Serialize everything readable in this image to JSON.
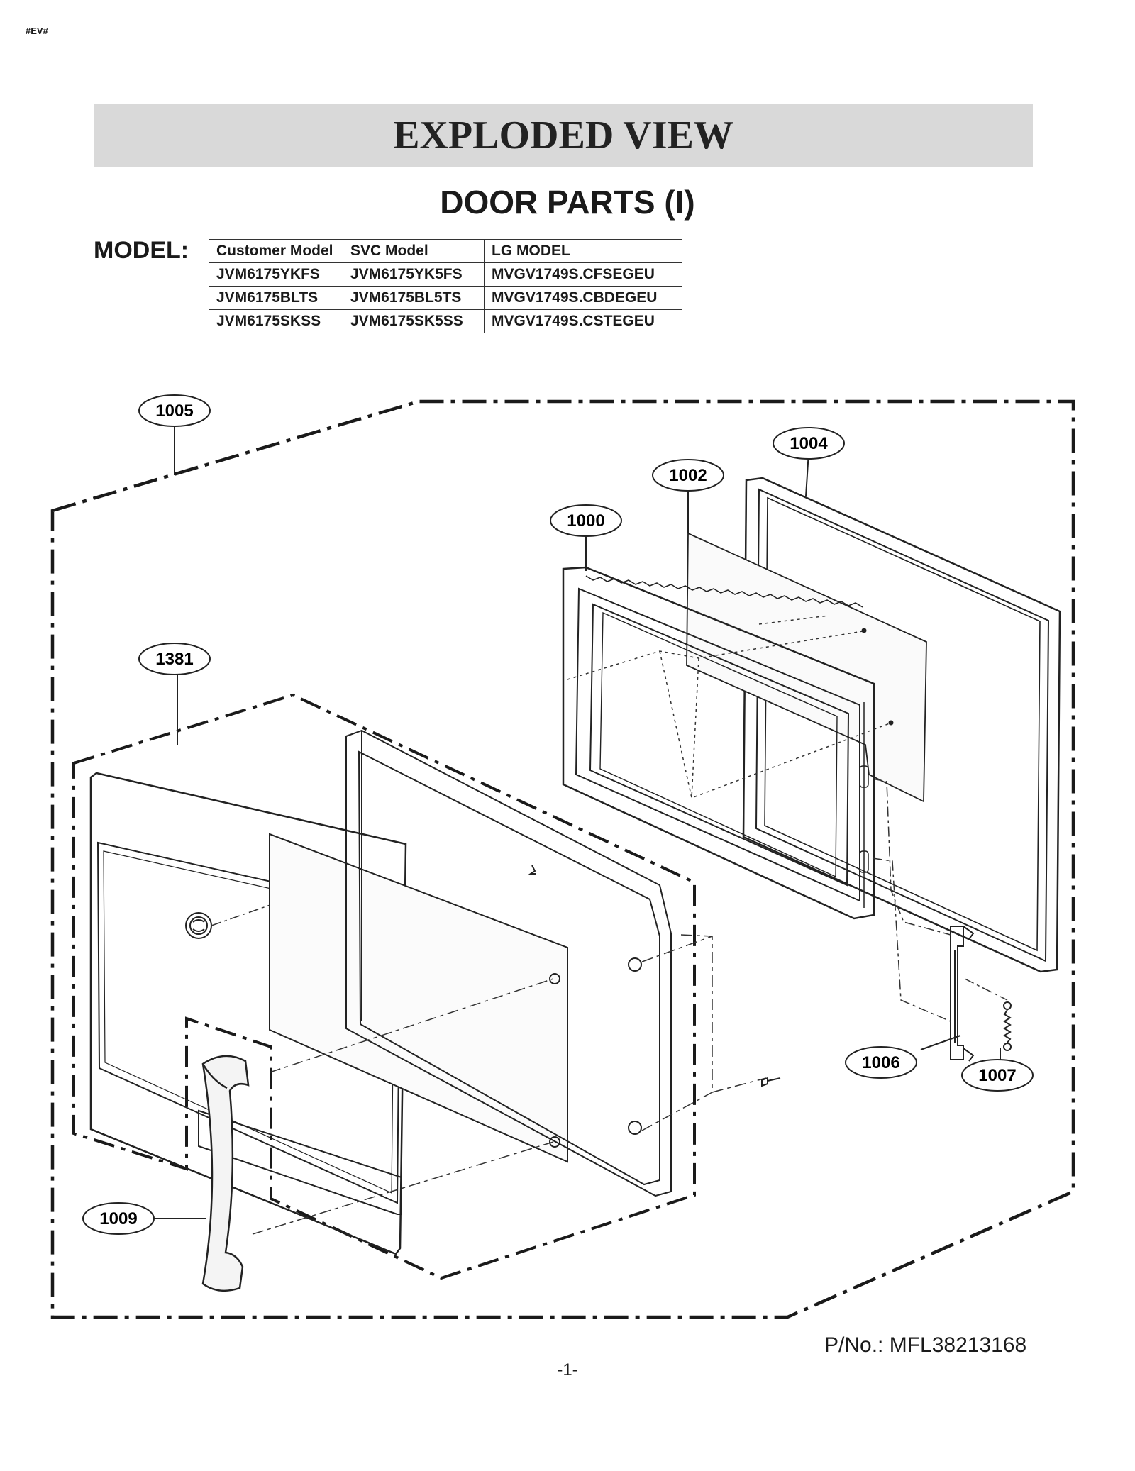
{
  "header": {
    "corner_code": "#EV#",
    "title": "EXPLODED VIEW",
    "subtitle": "DOOR PARTS (I)"
  },
  "model": {
    "label": "MODEL:",
    "columns": [
      "Customer Model",
      "SVC Model",
      "LG MODEL"
    ],
    "rows": [
      [
        "JVM6175YKFS",
        "JVM6175YK5FS",
        "MVGV1749S.CFSEGEU"
      ],
      [
        "JVM6175BLTS",
        "JVM6175BL5TS",
        "MVGV1749S.CBDEGEU"
      ],
      [
        "JVM6175SKSS",
        "JVM6175SK5SS",
        "MVGV1749S.CSTEGEU"
      ]
    ]
  },
  "callouts": {
    "c1005": "1005",
    "c1004": "1004",
    "c1002": "1002",
    "c1000": "1000",
    "c1381": "1381",
    "c1006": "1006",
    "c1007": "1007",
    "c1009": "1009"
  },
  "footer": {
    "part_number": "P/No.: MFL38213168",
    "page_number": "-1-"
  }
}
